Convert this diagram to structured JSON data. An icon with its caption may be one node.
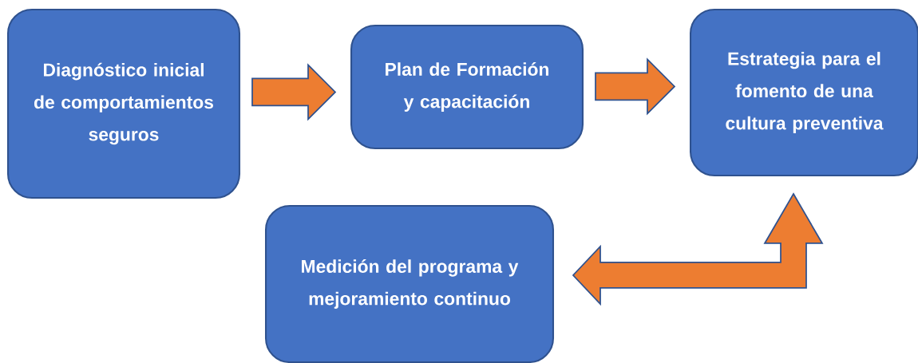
{
  "diagram": {
    "nodes": [
      {
        "text": [
          "Diagnóstico inicial de comportamientos seguros"
        ]
      },
      {
        "text": [
          "Plan de Formación y capacitación"
        ]
      },
      {
        "text": [
          "Estrategia para el fomento de una cultura preventiva"
        ]
      },
      {
        "text": [
          "Medición del programa y mejoramiento continuo"
        ]
      }
    ],
    "edges": [
      {
        "from": 0,
        "to": 1,
        "arrow": "to"
      },
      {
        "from": 1,
        "to": 2,
        "arrow": "to"
      },
      {
        "from": 2,
        "to": 3,
        "arrow": "both"
      }
    ]
  }
}
